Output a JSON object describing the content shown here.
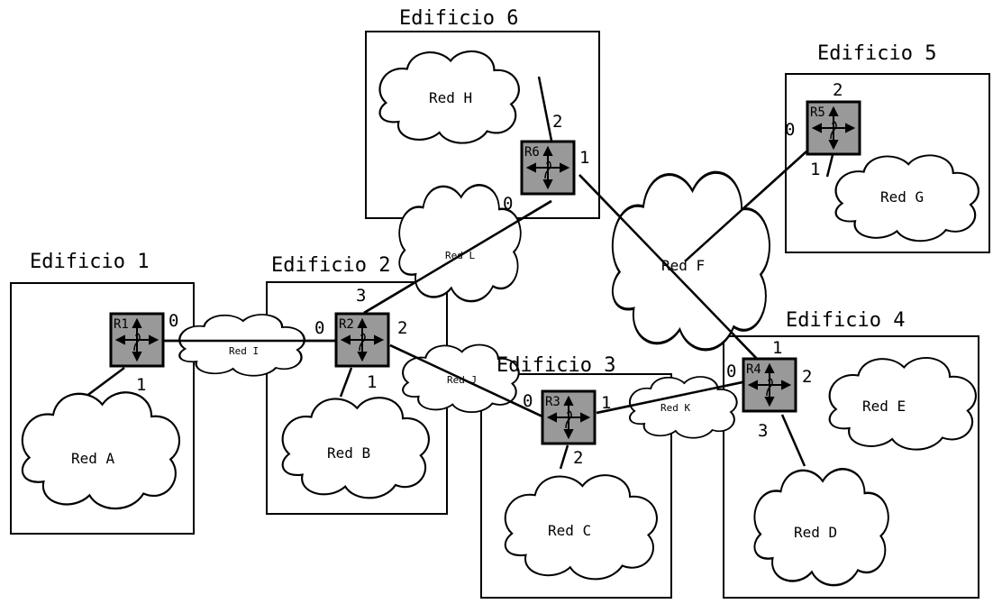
{
  "colors": {
    "router_fill": "#999999",
    "stroke": "#000000",
    "cloud_fill": "#ffffff"
  },
  "buildings": {
    "b1": "Edificio 1",
    "b2": "Edificio 2",
    "b3": "Edificio 3",
    "b4": "Edificio 4",
    "b5": "Edificio 5",
    "b6": "Edificio 6"
  },
  "routers": {
    "r1": "R1",
    "r2": "R2",
    "r3": "R3",
    "r4": "R4",
    "r5": "R5",
    "r6": "R6"
  },
  "networks": {
    "a": "Red A",
    "b": "Red B",
    "c": "Red C",
    "d": "Red D",
    "e": "Red E",
    "f": "Red F",
    "g": "Red G",
    "h": "Red H",
    "i": "Red I",
    "j": "Red J",
    "k": "Red K",
    "l": "Red L"
  },
  "ports": {
    "r1_0": "0",
    "r1_1": "1",
    "r2_0": "0",
    "r2_1": "1",
    "r2_2": "2",
    "r2_3": "3",
    "r3_0": "0",
    "r3_1": "1",
    "r3_2": "2",
    "r4_0": "0",
    "r4_1": "1",
    "r4_2": "2",
    "r4_3": "3",
    "r5_0": "0",
    "r5_1": "1",
    "r5_2": "2",
    "r6_0": "0",
    "r6_1": "1",
    "r6_2": "2"
  },
  "icons": {
    "router": "router-icon",
    "cloud": "cloud-icon"
  }
}
